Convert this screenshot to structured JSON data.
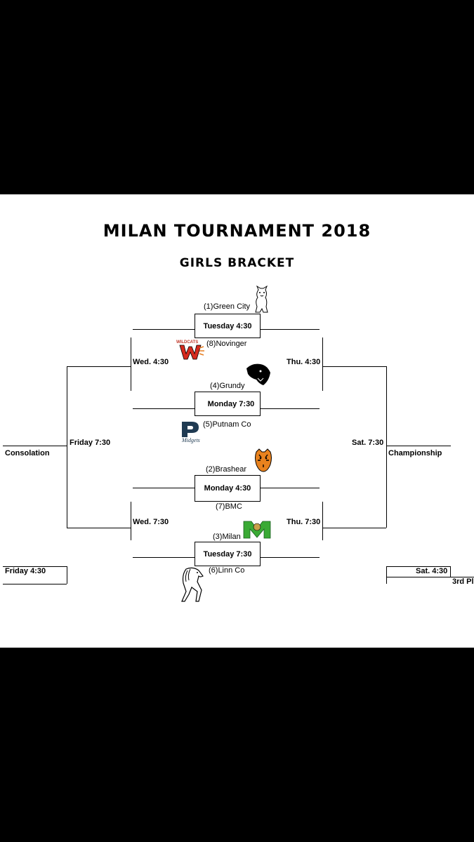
{
  "title": "MILAN TOURNAMENT 2018",
  "subtitle": "GIRLS BRACKET",
  "teams": {
    "t1": "(1)Green City",
    "t8": "(8)Novinger",
    "t4": "(4)Grundy",
    "t5": "(5)Putnam Co",
    "t2": "(2)Brashear",
    "t7": "(7)BMC",
    "t3": "(3)Milan",
    "t6": "(6)Linn Co"
  },
  "games": {
    "g1": "Tuesday 4:30",
    "g2": "Monday 7:30",
    "g3": "Monday 4:30",
    "g4": "Tuesday 7:30"
  },
  "left": {
    "wed1": "Wed. 4:30",
    "wed2": "Wed. 7:30",
    "friday": "Friday 7:30",
    "consolation": "Consolation",
    "friday2": "Friday 4:30"
  },
  "right": {
    "thu1": "Thu. 4:30",
    "thu2": "Thu. 7:30",
    "sat": "Sat. 7:30",
    "championship": "Championship",
    "sat2": "Sat. 4:30",
    "third": "3rd Pl"
  },
  "logos": {
    "novinger_text": "WILDCATS",
    "putnam_text": "Midgets"
  }
}
